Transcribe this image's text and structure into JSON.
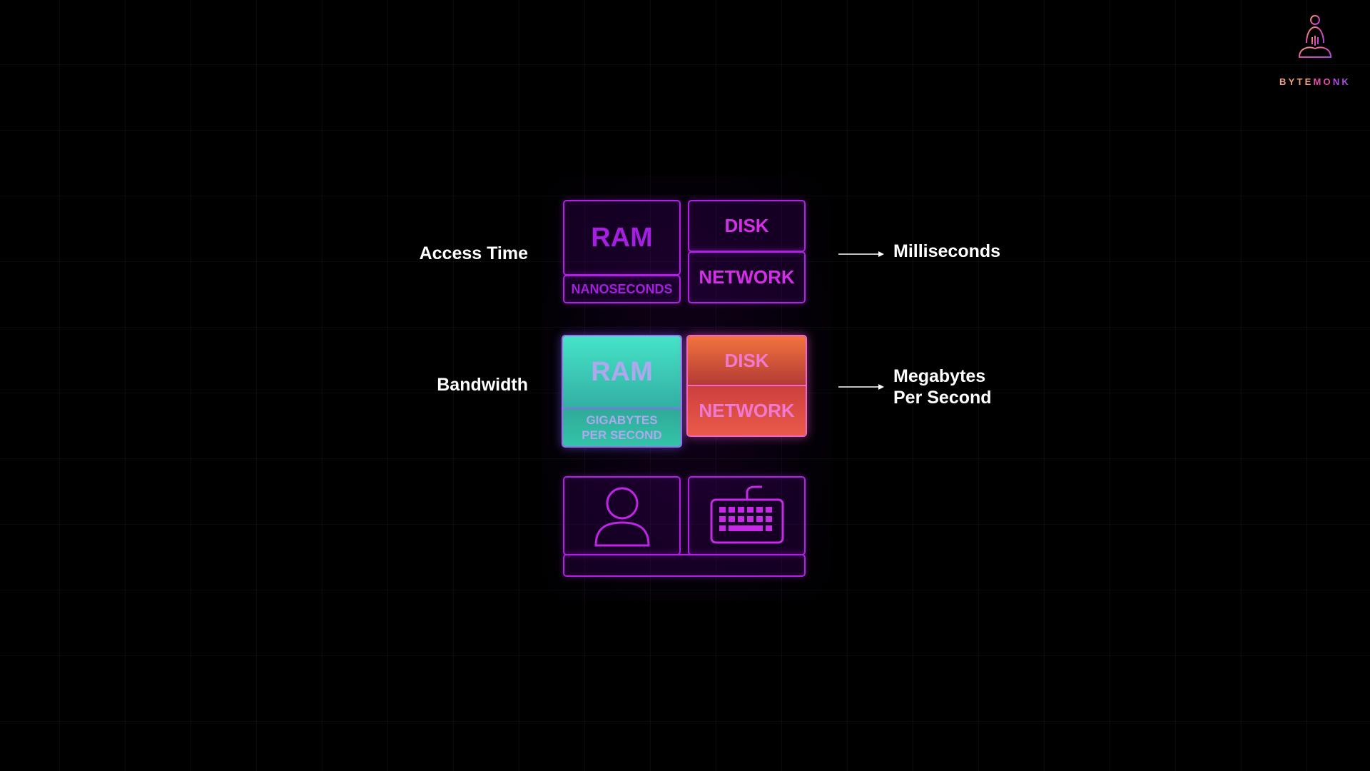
{
  "logo": {
    "text_part1": "BYTE",
    "text_part2": "MO",
    "text_part3": "NK"
  },
  "labels": {
    "access_time": "Access Time",
    "bandwidth": "Bandwidth",
    "milliseconds": "Milliseconds",
    "megabytes_line1": "Megabytes",
    "megabytes_line2": "Per Second"
  },
  "access_row": {
    "ram": "RAM",
    "ram_unit": "NANOSECONDS",
    "disk": "DISK",
    "network": "NETWORK"
  },
  "bandwidth_row": {
    "ram": "RAM",
    "ram_unit_line1": "GIGABYTES",
    "ram_unit_line2": "PER SECOND",
    "disk": "DISK",
    "network": "NETWORK"
  },
  "bottom_row": {
    "left_icon": "user-icon",
    "right_icon": "keyboard-icon"
  },
  "colors": {
    "purple": "#a41fe0",
    "magenta": "#d52ee8",
    "teal": "#46e3c7",
    "orange": "#f2733d",
    "pink_border": "#f165c9"
  }
}
